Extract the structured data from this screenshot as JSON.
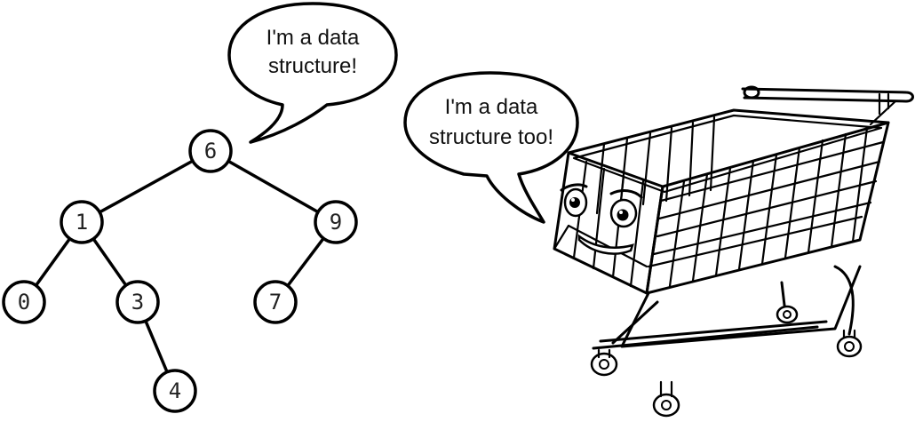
{
  "tree": {
    "nodes": [
      {
        "id": "6",
        "label": "6"
      },
      {
        "id": "1",
        "label": "1"
      },
      {
        "id": "9",
        "label": "9"
      },
      {
        "id": "0",
        "label": "0"
      },
      {
        "id": "3",
        "label": "3"
      },
      {
        "id": "7",
        "label": "7"
      },
      {
        "id": "4",
        "label": "4"
      }
    ],
    "edges": [
      [
        "6",
        "1"
      ],
      [
        "6",
        "9"
      ],
      [
        "1",
        "0"
      ],
      [
        "1",
        "3"
      ],
      [
        "3",
        "4"
      ],
      [
        "9",
        "7"
      ]
    ]
  },
  "bubbles": {
    "tree_line1": "I'm a data",
    "tree_line2": "structure!",
    "cart_line1": "I'm a data",
    "cart_line2": "structure too!"
  }
}
